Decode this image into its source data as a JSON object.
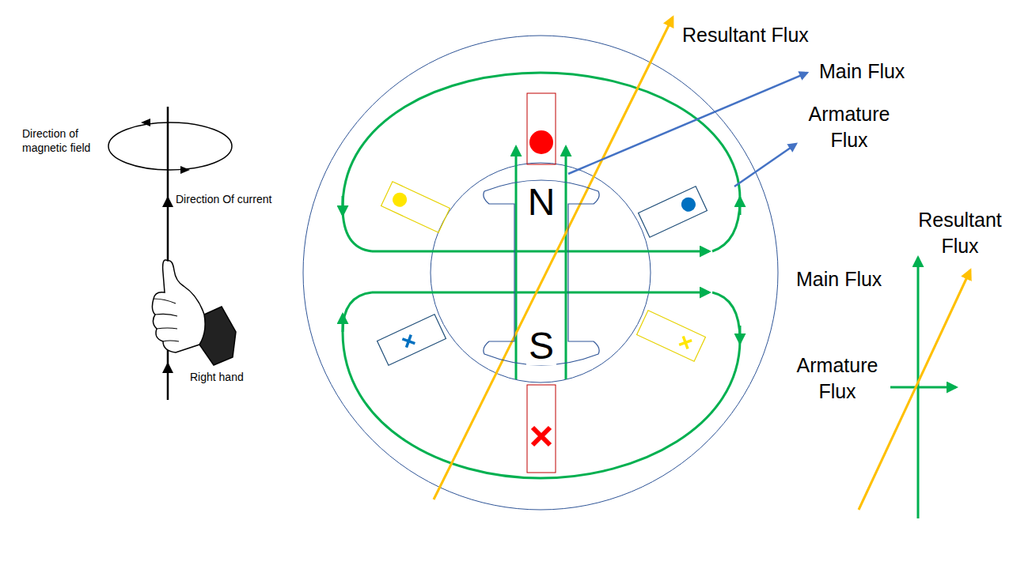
{
  "diagram": {
    "nodes": [
      {
        "text": [
          "N",
          "S"
        ]
      }
    ],
    "labels": [
      "Direction of magnetic field",
      "Direction Of current",
      "Right hand",
      "Resultant Flux",
      "Main Flux",
      "Armature Flux",
      "Main Flux",
      "Armature Flux",
      "Resultant Flux"
    ]
  }
}
